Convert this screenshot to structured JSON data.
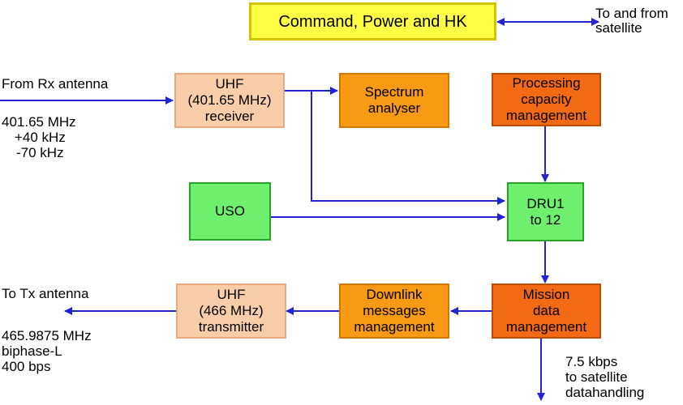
{
  "colors": {
    "arrow": "#2323d6",
    "yellow_fill": "#ffff44",
    "yellow_border": "#d4c400",
    "peach_fill": "#f8cda8",
    "peach_border": "#e8a880",
    "orange_fill": "#f99a14",
    "orange_border": "#d27800",
    "dark_orange_fill": "#f36a14",
    "dark_orange_border": "#b84c00",
    "green_fill": "#6ef06e",
    "green_border": "#24a824"
  },
  "blocks": {
    "command": {
      "text": "Command, Power and HK"
    },
    "uhf_receiver": {
      "line1": "UHF",
      "line2": "(401.65 MHz)",
      "line3": "receiver"
    },
    "spectrum": {
      "line1": "Spectrum",
      "line2": "analyser"
    },
    "processing": {
      "line1": "Processing",
      "line2": "capacity",
      "line3": "management"
    },
    "uso": {
      "text": "USO"
    },
    "dru": {
      "line1": "DRU1",
      "line2": "to 12"
    },
    "uhf_transmitter": {
      "line1": "UHF",
      "line2": "(466 MHz)",
      "line3": "transmitter"
    },
    "downlink": {
      "line1": "Downlink",
      "line2": "messages",
      "line3": "management"
    },
    "mission": {
      "line1": "Mission",
      "line2": "data",
      "line3": "management"
    }
  },
  "labels": {
    "to_from_satellite": {
      "line1": "To and from",
      "line2": "satellite"
    },
    "from_rx": "From Rx antenna",
    "rx_freq": {
      "line1": "401.65 MHz",
      "line2": "+40 kHz",
      "line3": "-70 kHz"
    },
    "to_tx": "To Tx antenna",
    "tx_params": {
      "line1": "465.9875 MHz",
      "line2": "biphase-L",
      "line3": "400 bps"
    },
    "rate": {
      "line1": "7.5 kbps",
      "line2": "to satellite",
      "line3": "datahandling"
    }
  }
}
